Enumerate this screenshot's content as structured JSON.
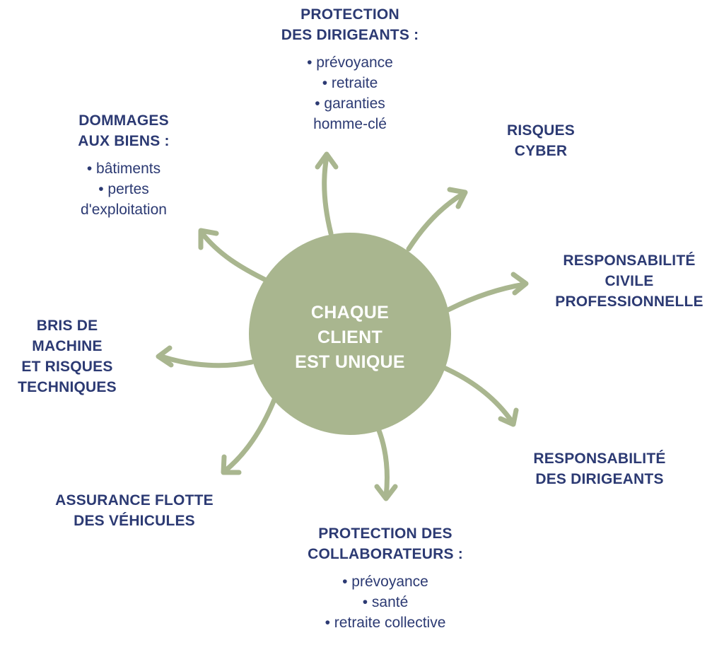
{
  "center": {
    "lines": [
      "CHAQUE",
      "CLIENT",
      "EST UNIQUE"
    ],
    "color": "#a9b68f"
  },
  "colors": {
    "text": "#2c3a73",
    "arrow": "#a9b68f"
  },
  "nodes": {
    "protection_dirigeants": {
      "title": [
        "PROTECTION",
        "DES DIRIGEANTS :"
      ],
      "items": [
        "• prévoyance",
        "• retraite",
        "• garanties",
        "homme-clé"
      ]
    },
    "risques_cyber": {
      "title": [
        "RISQUES",
        "CYBER"
      ]
    },
    "rc_pro": {
      "title": [
        "RESPONSABILITÉ",
        "CIVILE",
        "PROFESSIONNELLE"
      ]
    },
    "rc_dirigeants": {
      "title": [
        "RESPONSABILITÉ",
        "DES DIRIGEANTS"
      ]
    },
    "protection_collaborateurs": {
      "title": [
        "PROTECTION DES",
        "COLLABORATEURS :"
      ],
      "items": [
        "• prévoyance",
        "• santé",
        "• retraite collective"
      ]
    },
    "flotte": {
      "title": [
        "ASSURANCE FLOTTE",
        "DES VÉHICULES"
      ]
    },
    "bris_machine": {
      "title": [
        "BRIS DE",
        "MACHINE",
        "ET RISQUES",
        "TECHNIQUES"
      ]
    },
    "dommages_biens": {
      "title": [
        "DOMMAGES",
        "AUX BIENS :"
      ],
      "items": [
        "• bâtiments",
        "• pertes",
        "d'exploitation"
      ]
    }
  }
}
